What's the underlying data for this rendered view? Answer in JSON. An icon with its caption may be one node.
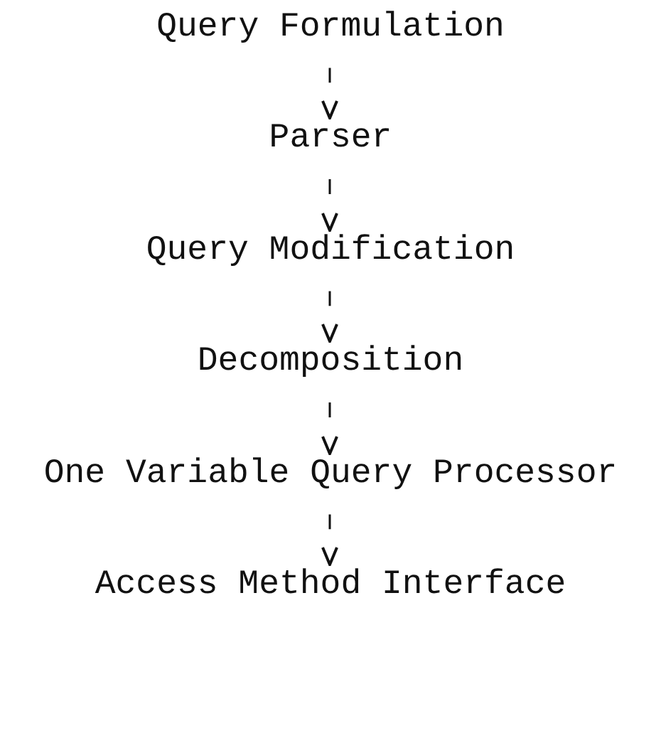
{
  "diagram": {
    "nodes": [
      {
        "text": [
          "Query Formulation"
        ]
      },
      {
        "text": [
          "Parser"
        ]
      },
      {
        "text": [
          "Query Modification"
        ]
      },
      {
        "text": [
          "Decomposition"
        ]
      },
      {
        "text": [
          "One Variable Query Processor"
        ]
      },
      {
        "text": [
          "Access Method Interface"
        ]
      }
    ],
    "edges": [
      {
        "from": 0,
        "to": 1,
        "arrow": "to"
      },
      {
        "from": 1,
        "to": 2,
        "arrow": "to"
      },
      {
        "from": 2,
        "to": 3,
        "arrow": "to"
      },
      {
        "from": 3,
        "to": 4,
        "arrow": "to"
      },
      {
        "from": 4,
        "to": 5,
        "arrow": "to"
      }
    ]
  }
}
